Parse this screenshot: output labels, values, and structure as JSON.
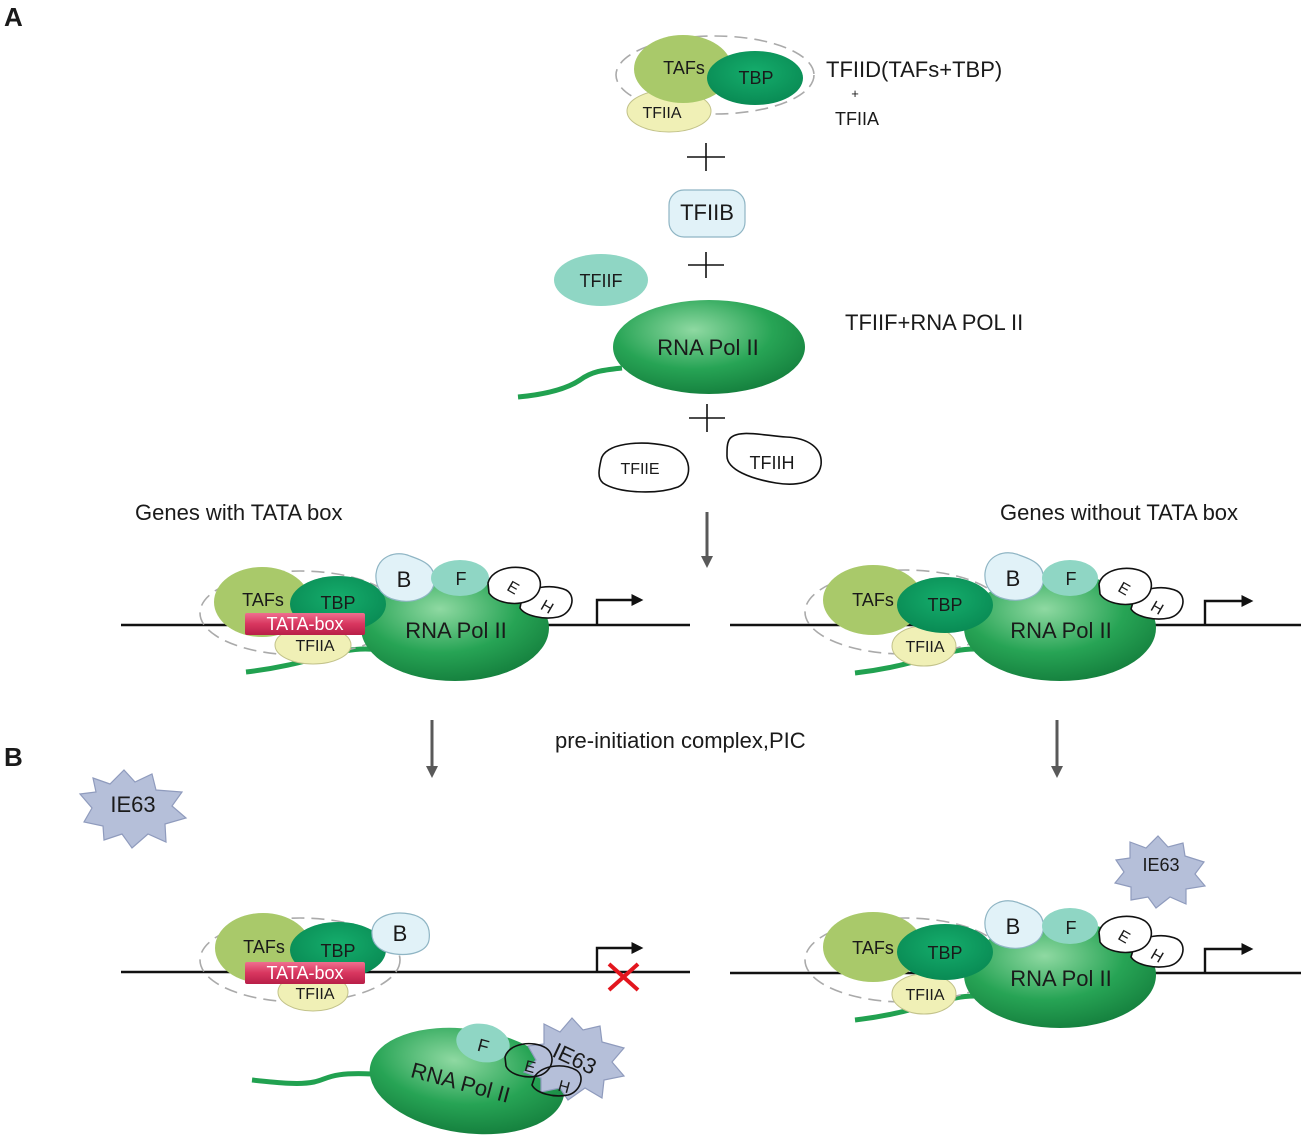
{
  "panels": {
    "a": "A",
    "b": "B"
  },
  "top": {
    "tfiid_label": "TFIID(TAFs+TBP)",
    "plus_small": "+",
    "tfiia_label": "TFIIA",
    "tfiif_rnapol_label": "TFIIF+RNA POL II"
  },
  "molecules": {
    "tafs": "TAFs",
    "tbp": "TBP",
    "tfiia": "TFIIA",
    "tfiib": "TFIIB",
    "tfiif": "TFIIF",
    "rna_pol": "RNA Pol II",
    "tfiie": "TFIIE",
    "tfiih": "TFIIH",
    "tata_box": "TATA-box",
    "b": "B",
    "f": "F",
    "e": "E",
    "h": "H",
    "ie63": "IE63"
  },
  "headings": {
    "with_tata": "Genes with TATA box",
    "without_tata": "Genes without TATA box",
    "pic": "pre-initiation complex,PIC"
  },
  "colors": {
    "tafs": "#a9c96a",
    "tbp": "#0b9a5e",
    "tfiia": "#f0f0b6",
    "tfiib": "#e1f2f8",
    "tfiif": "#8fd6c4",
    "polii": "#21a150",
    "tata": "#d8365f",
    "ie63": "#b5bfd9",
    "arrow": "#595959",
    "block": "#e3161e"
  }
}
